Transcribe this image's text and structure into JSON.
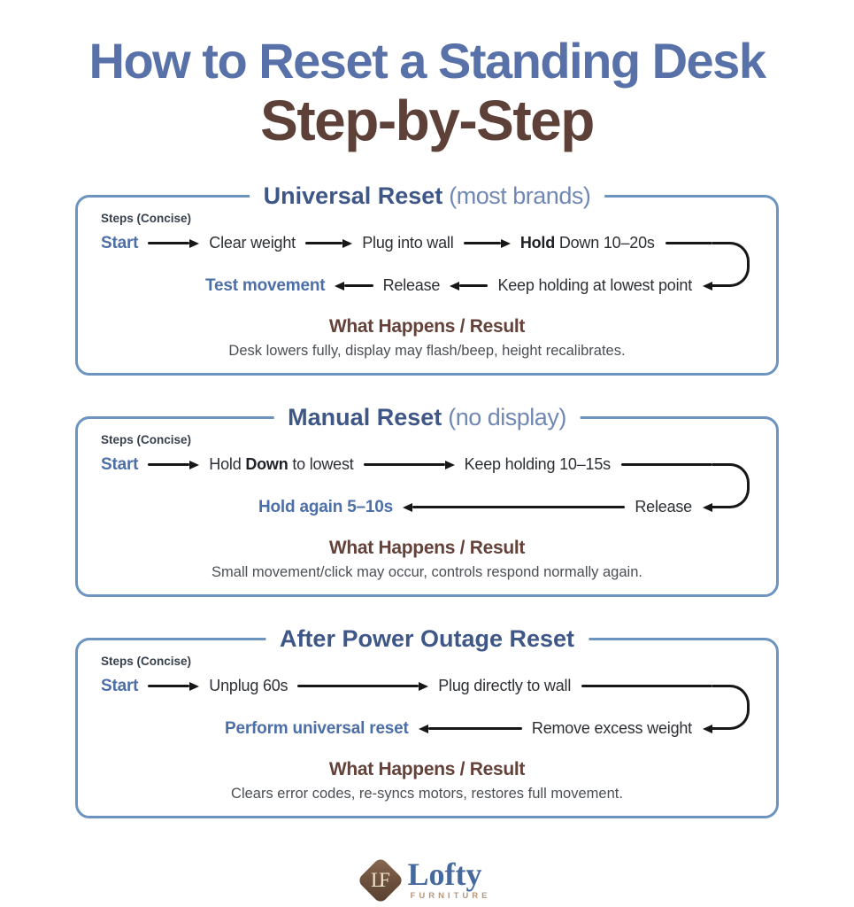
{
  "page": {
    "title_line1": "How to Reset a Standing Desk",
    "title_line2": "Step-by-Step"
  },
  "colors": {
    "title_blue": "#5872a9",
    "title_brown": "#5d4037",
    "accent_blue": "#4d6fa8",
    "section_title_blue": "#3e5787",
    "section_note_blue": "#7188b4",
    "panel_border_blue": "#6d94bf",
    "result_brown": "#64423a",
    "arrow_black": "#171717",
    "logo_brown": "#6b4f3c",
    "logo_tan": "#b5977c"
  },
  "sections": [
    {
      "title": "Universal Reset",
      "title_note": "(most brands)",
      "steps_label": "Steps (Concise)",
      "rows": [
        {
          "dir": "right",
          "items": [
            {
              "accent": true,
              "segments": [
                {
                  "text": "Start",
                  "bold": true
                }
              ]
            },
            {
              "accent": false,
              "segments": [
                {
                  "text": "Clear weight"
                }
              ]
            },
            {
              "accent": false,
              "segments": [
                {
                  "text": "Plug into wall"
                }
              ]
            },
            {
              "accent": false,
              "segments": [
                {
                  "text": "Hold",
                  "bold": true
                },
                {
                  "text": " Down 10–20s"
                }
              ]
            }
          ]
        },
        {
          "dir": "left",
          "items": [
            {
              "accent": true,
              "segments": [
                {
                  "text": "Test movement",
                  "bold": true
                }
              ]
            },
            {
              "accent": false,
              "segments": [
                {
                  "text": "Release"
                }
              ]
            },
            {
              "accent": false,
              "segments": [
                {
                  "text": "Keep holding at lowest point"
                }
              ]
            }
          ]
        }
      ],
      "result_heading": "What Happens / Result",
      "result_text": "Desk lowers fully, display may flash/beep, height recalibrates."
    },
    {
      "title": "Manual Reset",
      "title_note": "(no display)",
      "steps_label": "Steps (Concise)",
      "rows": [
        {
          "dir": "right",
          "items": [
            {
              "accent": true,
              "segments": [
                {
                  "text": "Start",
                  "bold": true
                }
              ]
            },
            {
              "accent": false,
              "segments": [
                {
                  "text": "Hold "
                },
                {
                  "text": "Down",
                  "bold": true
                },
                {
                  "text": " to lowest"
                }
              ]
            },
            {
              "accent": false,
              "segments": [
                {
                  "text": "Keep holding 10–15s"
                }
              ]
            }
          ]
        },
        {
          "dir": "left",
          "items": [
            {
              "accent": true,
              "segments": [
                {
                  "text": "Hold again 5–10s",
                  "bold": true
                }
              ]
            },
            {
              "accent": false,
              "segments": [
                {
                  "text": "Release"
                }
              ]
            }
          ]
        }
      ],
      "result_heading": "What Happens / Result",
      "result_text": "Small movement/click may occur, controls respond normally again."
    },
    {
      "title": "After Power Outage Reset",
      "title_note": "",
      "steps_label": "Steps (Concise)",
      "rows": [
        {
          "dir": "right",
          "items": [
            {
              "accent": true,
              "segments": [
                {
                  "text": "Start",
                  "bold": true
                }
              ]
            },
            {
              "accent": false,
              "segments": [
                {
                  "text": "Unplug 60s"
                }
              ]
            },
            {
              "accent": false,
              "segments": [
                {
                  "text": "Plug directly to wall"
                }
              ]
            }
          ]
        },
        {
          "dir": "left",
          "items": [
            {
              "accent": true,
              "segments": [
                {
                  "text": "Perform universal reset",
                  "bold": true
                }
              ]
            },
            {
              "accent": false,
              "segments": [
                {
                  "text": "Remove excess weight"
                }
              ]
            }
          ]
        }
      ],
      "result_heading": "What Happens / Result",
      "result_text": "Clears error codes, re-syncs motors, restores full movement."
    }
  ],
  "footer": {
    "logo_monogram": "LF",
    "brand": "Lofty",
    "brand_sub": "FURNITURE"
  }
}
